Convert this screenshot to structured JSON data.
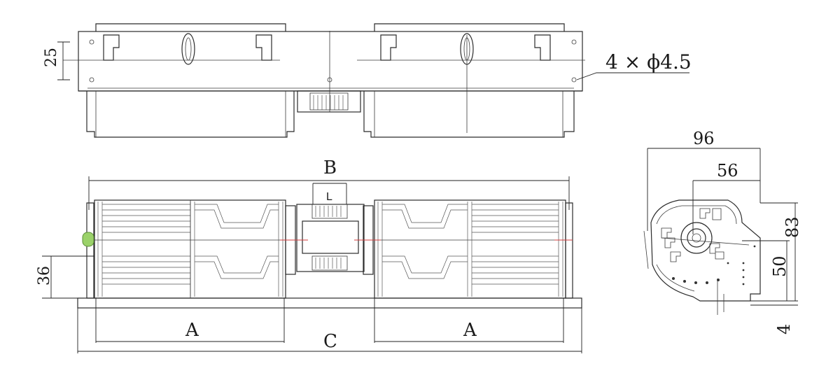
{
  "labels": {
    "mount_height": "25",
    "holes": "4 × ϕ4.5",
    "length_b": "B",
    "motor_l": "L",
    "shaft_height": "36",
    "rotor_a_left": "A",
    "rotor_a_right": "A",
    "length_c": "C",
    "width_96": "96",
    "width_56": "56",
    "height_83": "83",
    "height_50": "50",
    "base_4": "4"
  },
  "colors": {
    "line": "#2b2b2b",
    "indicator": "#9bd26a",
    "axis_red": "#d23c3c"
  }
}
